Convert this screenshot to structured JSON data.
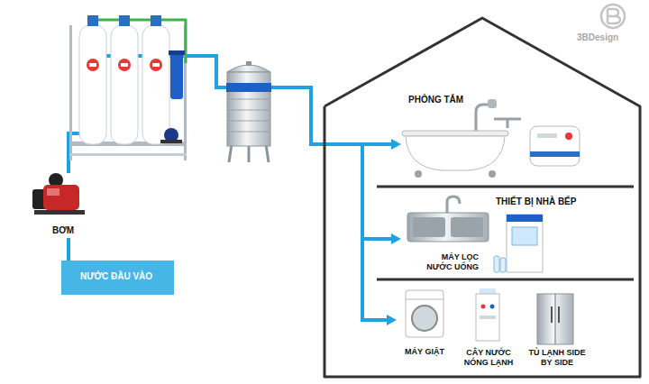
{
  "diagram": {
    "nodes": [
      {
        "text": [
          "NƯỚC ĐẦU VÀO"
        ]
      },
      {
        "text": [
          "BƠM"
        ]
      },
      {
        "text": [
          "PHÒNG TẮM"
        ]
      },
      {
        "text": [
          "THIẾT BỊ NHÀ BẾP",
          "MÁY LỌC NƯỚC UỐNG"
        ]
      },
      {
        "text": [
          "MÁY GIẶT"
        ]
      },
      {
        "text": [
          "CÂY NƯỚC NÓNG LẠNH"
        ]
      },
      {
        "text": [
          "TỦ LẠNH SIDE BY SIDE"
        ]
      }
    ],
    "edges": [
      {
        "from": 0,
        "to": 1,
        "arrow": "none"
      },
      {
        "from": 1,
        "to": 2,
        "arrow": "to"
      },
      {
        "from": 1,
        "to": 3,
        "arrow": "to"
      },
      {
        "from": 1,
        "to": 4,
        "arrow": "to"
      }
    ],
    "labels": [
      "3BDesign"
    ]
  }
}
